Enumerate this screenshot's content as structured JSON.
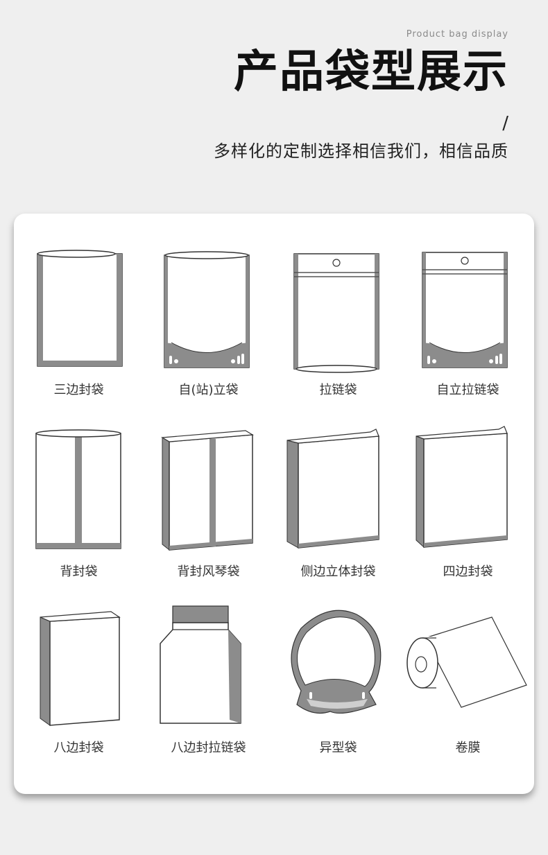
{
  "header": {
    "subtitle_en": "Product bag display",
    "title": "产品袋型展示",
    "slash": "/",
    "tagline": "多样化的定制选择相信我们，相信品质"
  },
  "bags": [
    {
      "label": "三边封袋",
      "icon": "three-side-seal-bag-icon"
    },
    {
      "label": "自(站)立袋",
      "icon": "stand-up-pouch-icon"
    },
    {
      "label": "拉链袋",
      "icon": "zipper-bag-icon"
    },
    {
      "label": "自立拉链袋",
      "icon": "stand-up-zipper-bag-icon"
    },
    {
      "label": "背封袋",
      "icon": "back-seal-bag-icon"
    },
    {
      "label": "背封风琴袋",
      "icon": "back-seal-gusset-bag-icon"
    },
    {
      "label": "侧边立体封袋",
      "icon": "side-gusset-bag-icon"
    },
    {
      "label": "四边封袋",
      "icon": "four-side-seal-bag-icon"
    },
    {
      "label": "八边封袋",
      "icon": "eight-side-seal-bag-icon"
    },
    {
      "label": "八边封拉链袋",
      "icon": "eight-side-seal-zipper-bag-icon"
    },
    {
      "label": "异型袋",
      "icon": "shaped-bag-icon"
    },
    {
      "label": "卷膜",
      "icon": "roll-film-icon"
    }
  ],
  "colors": {
    "background": "#efefef",
    "card": "#ffffff",
    "seal_gray": "#8c8c8c",
    "outline": "#3a3a3a"
  }
}
